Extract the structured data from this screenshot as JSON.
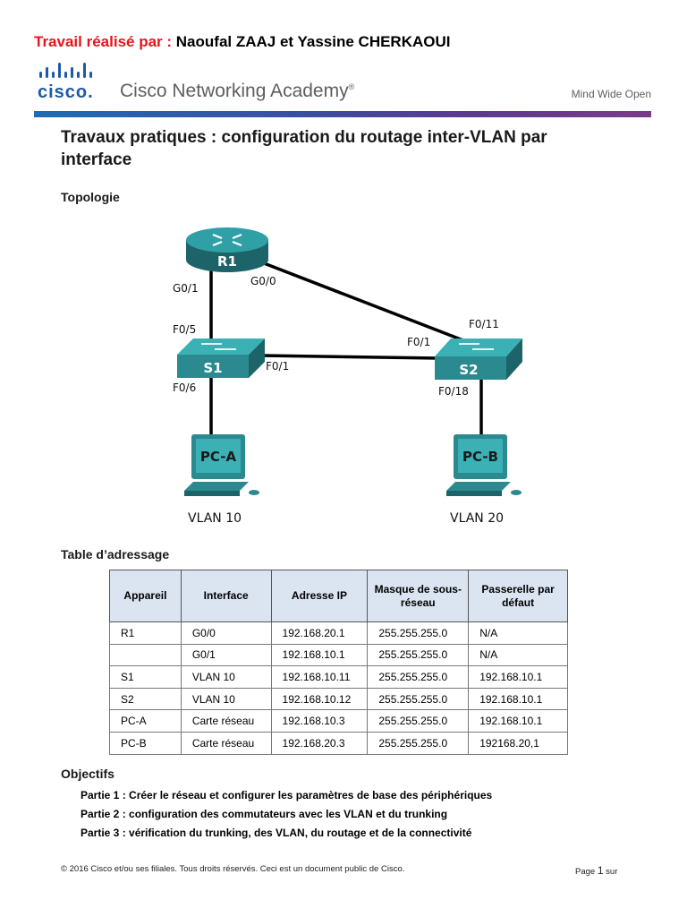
{
  "authors": {
    "label": "Travail réalisé par :",
    "names": "Naoufal ZAAJ et Yassine CHERKAOUI"
  },
  "header": {
    "logo_text": "cisco.",
    "academy_name": "Cisco Networking Academy",
    "tagline": "Mind Wide Open",
    "logo_icon": "cisco-bridge-icon"
  },
  "title": "Travaux pratiques : configuration du routage inter-VLAN par interface",
  "sections": {
    "topology": "Topologie",
    "addressing": "Table d’adressage",
    "objectives": "Objectifs"
  },
  "topology": {
    "router": "R1",
    "switch1": "S1",
    "switch2": "S2",
    "pc_a": "PC-A",
    "pc_b": "PC-B",
    "vlan_a": "VLAN 10",
    "vlan_b": "VLAN 20",
    "ports": {
      "r1_g01": "G0/1",
      "r1_g00": "G0/0",
      "s1_f05": "F0/5",
      "s1_f01": "F0/1",
      "s1_f06": "F0/6",
      "s2_f011": "F0/11",
      "s2_f01": "F0/1",
      "s2_f018": "F0/18"
    },
    "colors": {
      "device": "#2b8a8f",
      "device_dark": "#1c6469",
      "link": "#000000"
    }
  },
  "address_table": {
    "headers": [
      "Appareil",
      "Interface",
      "Adresse IP",
      "Masque de sous-réseau",
      "Passerelle par défaut"
    ],
    "rows": [
      [
        "R1",
        "G0/0",
        "192.168.20.1",
        "255.255.255.0",
        "N/A"
      ],
      [
        "",
        "G0/1",
        "192.168.10.1",
        "255.255.255.0",
        "N/A"
      ],
      [
        "S1",
        "VLAN 10",
        "192.168.10.11",
        "255.255.255.0",
        "192.168.10.1"
      ],
      [
        "S2",
        "VLAN 10",
        "192.168.10.12",
        "255.255.255.0",
        "192.168.10.1"
      ],
      [
        "PC-A",
        "Carte réseau",
        "192.168.10.3",
        "255.255.255.0",
        "192.168.10.1"
      ],
      [
        "PC-B",
        "Carte réseau",
        "192.168.20.3",
        "255.255.255.0",
        "192168.20,1"
      ]
    ],
    "header_bg": "#dbe5f1"
  },
  "objectives": [
    "Partie 1 : Créer le réseau et configurer les paramètres de base des périphériques",
    "Partie 2 : configuration des commutateurs avec les VLAN et du trunking",
    "Partie 3 : vérification du trunking, des VLAN, du routage et de la connectivité"
  ],
  "footer": {
    "copyright": "© 2016 Cisco et/ou ses filiales. Tous droits réservés. Ceci est un document public de Cisco.",
    "page_label": "Page",
    "page_number": "1",
    "page_suffix": "sur"
  },
  "accent_red": "#e8141c",
  "brand_blue": "#1c5aa8"
}
